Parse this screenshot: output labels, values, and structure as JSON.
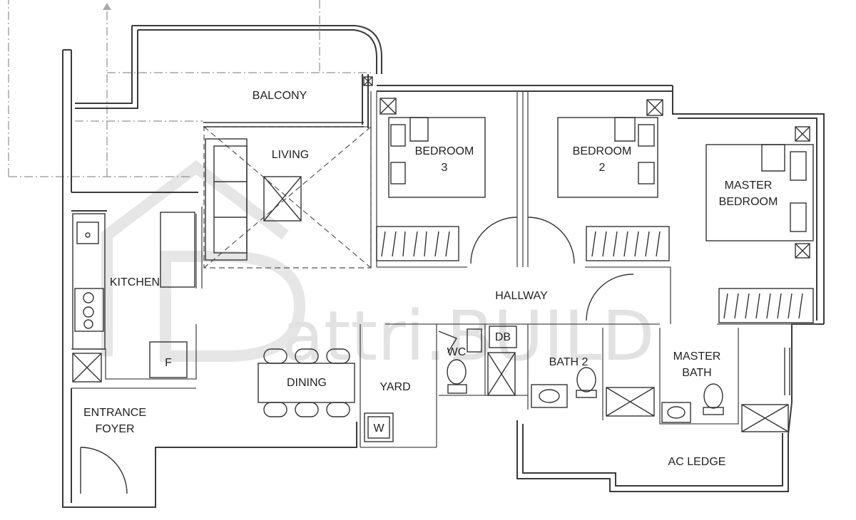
{
  "rooms": {
    "balcony": "BALCONY",
    "living": "LIVING",
    "bedroom3_line1": "BEDROOM",
    "bedroom3_line2": "3",
    "bedroom2_line1": "BEDROOM",
    "bedroom2_line2": "2",
    "master_line1": "MASTER",
    "master_line2": "BEDROOM",
    "kitchen": "KITCHEN",
    "hallway": "HALLWAY",
    "fridge": "F",
    "wc": "WC",
    "db": "DB",
    "bath2": "BATH 2",
    "masterbath_line1": "MASTER",
    "masterbath_line2": "BATH",
    "dining": "DINING",
    "yard": "YARD",
    "washer": "W",
    "entrance_line1": "ENTRANCE",
    "entrance_line2": "FOYER",
    "ac_ledge": "AC LEDGE"
  },
  "watermark": "attri.BUILD",
  "colors": {
    "wall": "#3a3a3a",
    "watermark": "#e2e2e2",
    "background": "#ffffff"
  }
}
